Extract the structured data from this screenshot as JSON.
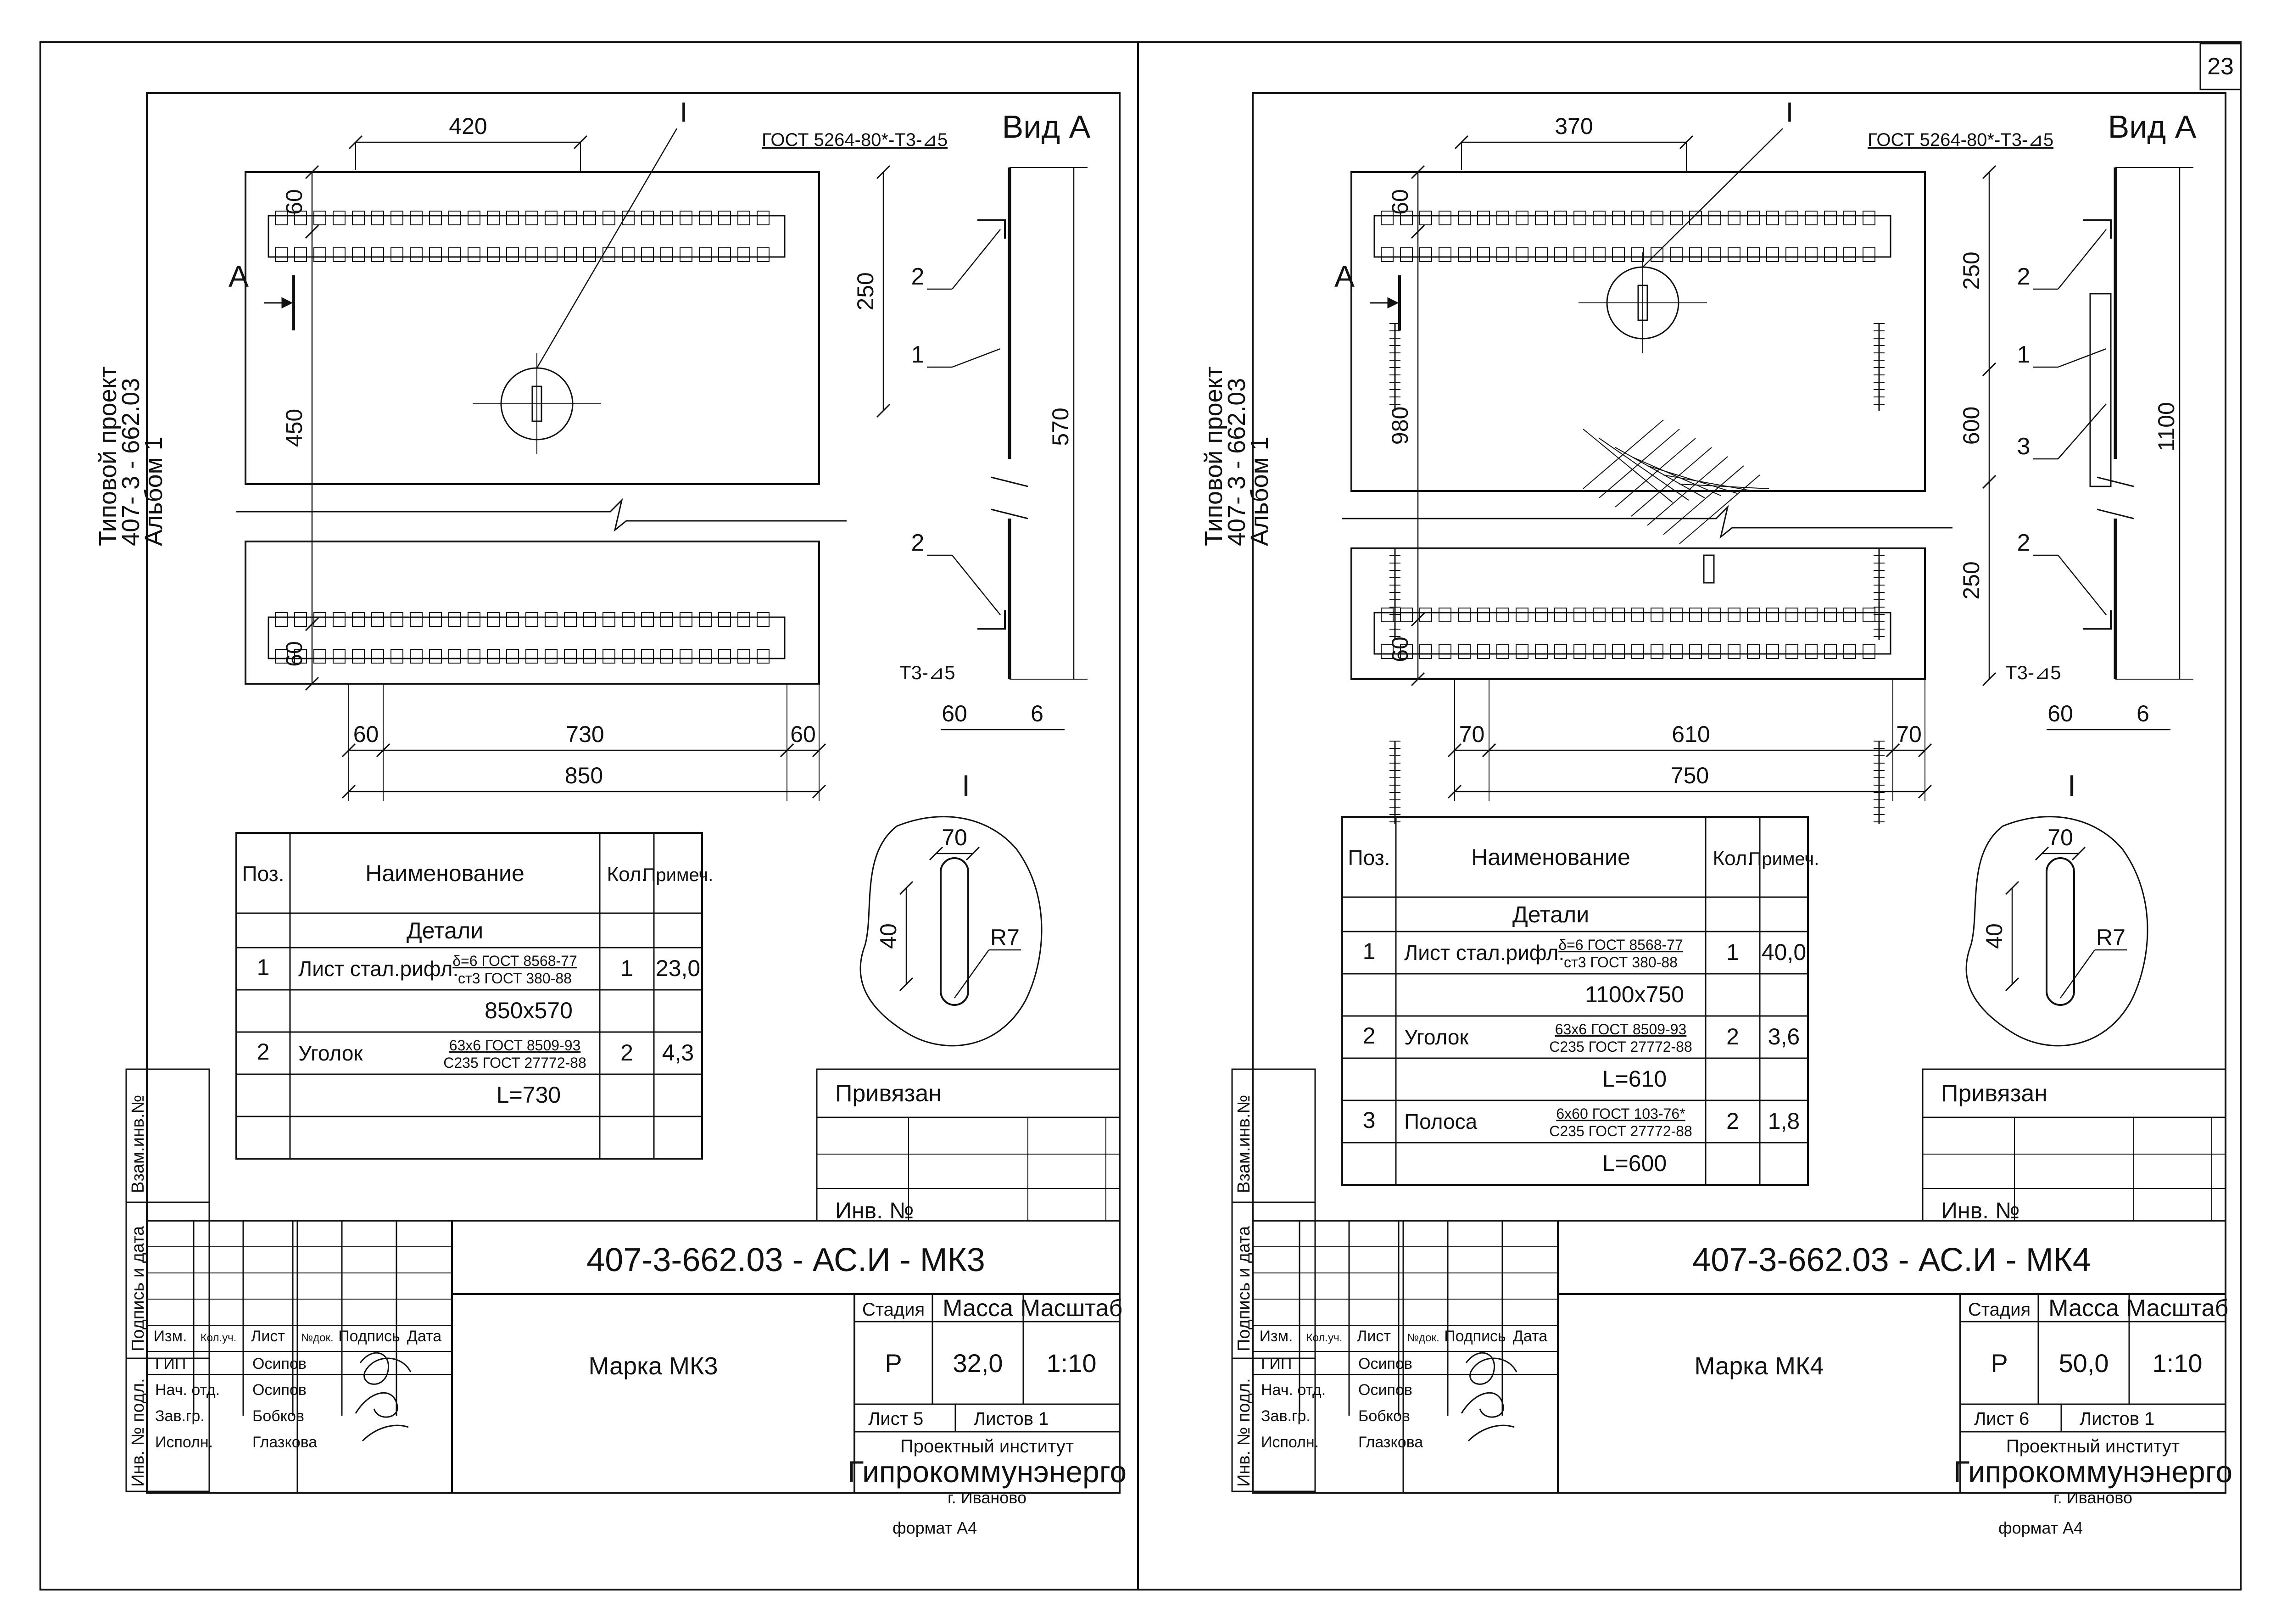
{
  "page_number": "23",
  "sheets": [
    {
      "side_caption": [
        "Типовой проект",
        "407- 3 - 662.03",
        "Альбом 1"
      ],
      "view_label": "Вид А",
      "section_label": "А",
      "detail_label": "I",
      "weld_top": "ГОСТ 5264-80*-Т3-⊿5",
      "weld_bottom": "Т3-⊿5",
      "dims": {
        "top": "420",
        "left_top": "60",
        "left_mid": "450",
        "left_bottom": "60",
        "right_a": "250",
        "right_b": "",
        "right_c": "",
        "side_total": "570",
        "bottom_left": "60",
        "bottom_mid": "730",
        "bottom_right": "60",
        "bottom_total": "850",
        "side_60": "60",
        "side_6": "6"
      },
      "side_callouts": [
        "2",
        "1",
        "",
        "2"
      ],
      "detail": {
        "w": "70",
        "h": "40",
        "r": "R7"
      },
      "spec": {
        "headers": [
          "Поз.",
          "Наименование",
          "Кол.",
          "Примеч."
        ],
        "section": "Детали",
        "rows": [
          {
            "pos": "1",
            "name": "Лист стал.рифл.",
            "std1": "δ=6 ГОСТ 8568-77",
            "std2": "ст3 ГОСТ 380-88",
            "qty": "1",
            "note": "23,0"
          },
          {
            "pos": "",
            "name": "",
            "std1": "",
            "std2": "",
            "qty": "",
            "note": "",
            "center": "850x570"
          },
          {
            "pos": "2",
            "name": "Уголок",
            "std1": "63х6 ГОСТ 8509-93",
            "std2": "С235 ГОСТ 27772-88",
            "qty": "2",
            "note": "4,3"
          },
          {
            "pos": "",
            "name": "",
            "std1": "",
            "std2": "",
            "qty": "",
            "note": "",
            "center": "L=730"
          },
          {
            "pos": "",
            "name": "",
            "std1": "",
            "std2": "",
            "qty": "",
            "note": "",
            "center": ""
          }
        ]
      },
      "binding": {
        "title": "Привязан",
        "inv": "Инв. №"
      },
      "left_strip": [
        "Взам.инв.№",
        "Подпись и дата",
        "Инв. № подл."
      ],
      "title_block": {
        "code": "407-3-662.03 - АС.И - МК3",
        "headers": [
          "Изм.",
          "Кол.уч.",
          "Лист",
          "№док.",
          "Подпись",
          "Дата"
        ],
        "people": [
          {
            "role": "ГИП",
            "name": "Осипов"
          },
          {
            "role": "Нач. отд.",
            "name": "Осипов"
          },
          {
            "role": "Зав.гр.",
            "name": "Бобков"
          },
          {
            "role": "Исполн.",
            "name": "Глазкова"
          }
        ],
        "mark": "Марка МК3",
        "stage_label": "Стадия",
        "mass_label": "Масса",
        "scale_label": "Масштаб",
        "stage": "Р",
        "mass": "32,0",
        "scale": "1:10",
        "sheet": "Лист 5",
        "sheets": "Листов 1",
        "org_line1": "Проектный институт",
        "org_name": "Гипрокоммунэнерго",
        "org_city": "г. Иваново",
        "format": "формат А4"
      }
    },
    {
      "side_caption": [
        "Типовой проект",
        "407- 3 - 662.03",
        "Альбом 1"
      ],
      "view_label": "Вид А",
      "section_label": "А",
      "detail_label": "I",
      "weld_top": "ГОСТ 5264-80*-Т3-⊿5",
      "weld_bottom": "Т3-⊿5",
      "dims": {
        "top": "370",
        "left_top": "60",
        "left_mid": "980",
        "left_bottom": "60",
        "right_a": "250",
        "right_b": "600",
        "right_c": "250",
        "side_total": "1100",
        "bottom_left": "70",
        "bottom_mid": "610",
        "bottom_right": "70",
        "bottom_total": "750",
        "side_60": "60",
        "side_6": "6"
      },
      "side_callouts": [
        "2",
        "1",
        "3",
        "2"
      ],
      "detail": {
        "w": "70",
        "h": "40",
        "r": "R7"
      },
      "spec": {
        "headers": [
          "Поз.",
          "Наименование",
          "Кол.",
          "Примеч."
        ],
        "section": "Детали",
        "rows": [
          {
            "pos": "1",
            "name": "Лист стал.рифл.",
            "std1": "δ=6 ГОСТ 8568-77",
            "std2": "ст3 ГОСТ 380-88",
            "qty": "1",
            "note": "40,0"
          },
          {
            "pos": "",
            "name": "",
            "std1": "",
            "std2": "",
            "qty": "",
            "note": "",
            "center": "1100x750"
          },
          {
            "pos": "2",
            "name": "Уголок",
            "std1": "63х6 ГОСТ 8509-93",
            "std2": "С235 ГОСТ 27772-88",
            "qty": "2",
            "note": "3,6"
          },
          {
            "pos": "",
            "name": "",
            "std1": "",
            "std2": "",
            "qty": "",
            "note": "",
            "center": "L=610"
          },
          {
            "pos": "3",
            "name": "Полоса",
            "std1": "6х60 ГОСТ 103-76*",
            "std2": "С235 ГОСТ 27772-88",
            "qty": "2",
            "note": "1,8"
          },
          {
            "pos": "",
            "name": "",
            "std1": "",
            "std2": "",
            "qty": "",
            "note": "",
            "center": "L=600"
          }
        ]
      },
      "binding": {
        "title": "Привязан",
        "inv": "Инв. №"
      },
      "left_strip": [
        "Взам.инв.№",
        "Подпись и дата",
        "Инв. № подл."
      ],
      "title_block": {
        "code": "407-3-662.03 - АС.И - МК4",
        "headers": [
          "Изм.",
          "Кол.уч.",
          "Лист",
          "№док.",
          "Подпись",
          "Дата"
        ],
        "people": [
          {
            "role": "ГИП",
            "name": "Осипов"
          },
          {
            "role": "Нач. отд.",
            "name": "Осипов"
          },
          {
            "role": "Зав.гр.",
            "name": "Бобков"
          },
          {
            "role": "Исполн.",
            "name": "Глазкова"
          }
        ],
        "mark": "Марка МК4",
        "stage_label": "Стадия",
        "mass_label": "Масса",
        "scale_label": "Масштаб",
        "stage": "Р",
        "mass": "50,0",
        "scale": "1:10",
        "sheet": "Лист 6",
        "sheets": "Листов 1",
        "org_line1": "Проектный институт",
        "org_name": "Гипрокоммунэнерго",
        "org_city": "г. Иваново",
        "format": "формат А4"
      }
    }
  ]
}
